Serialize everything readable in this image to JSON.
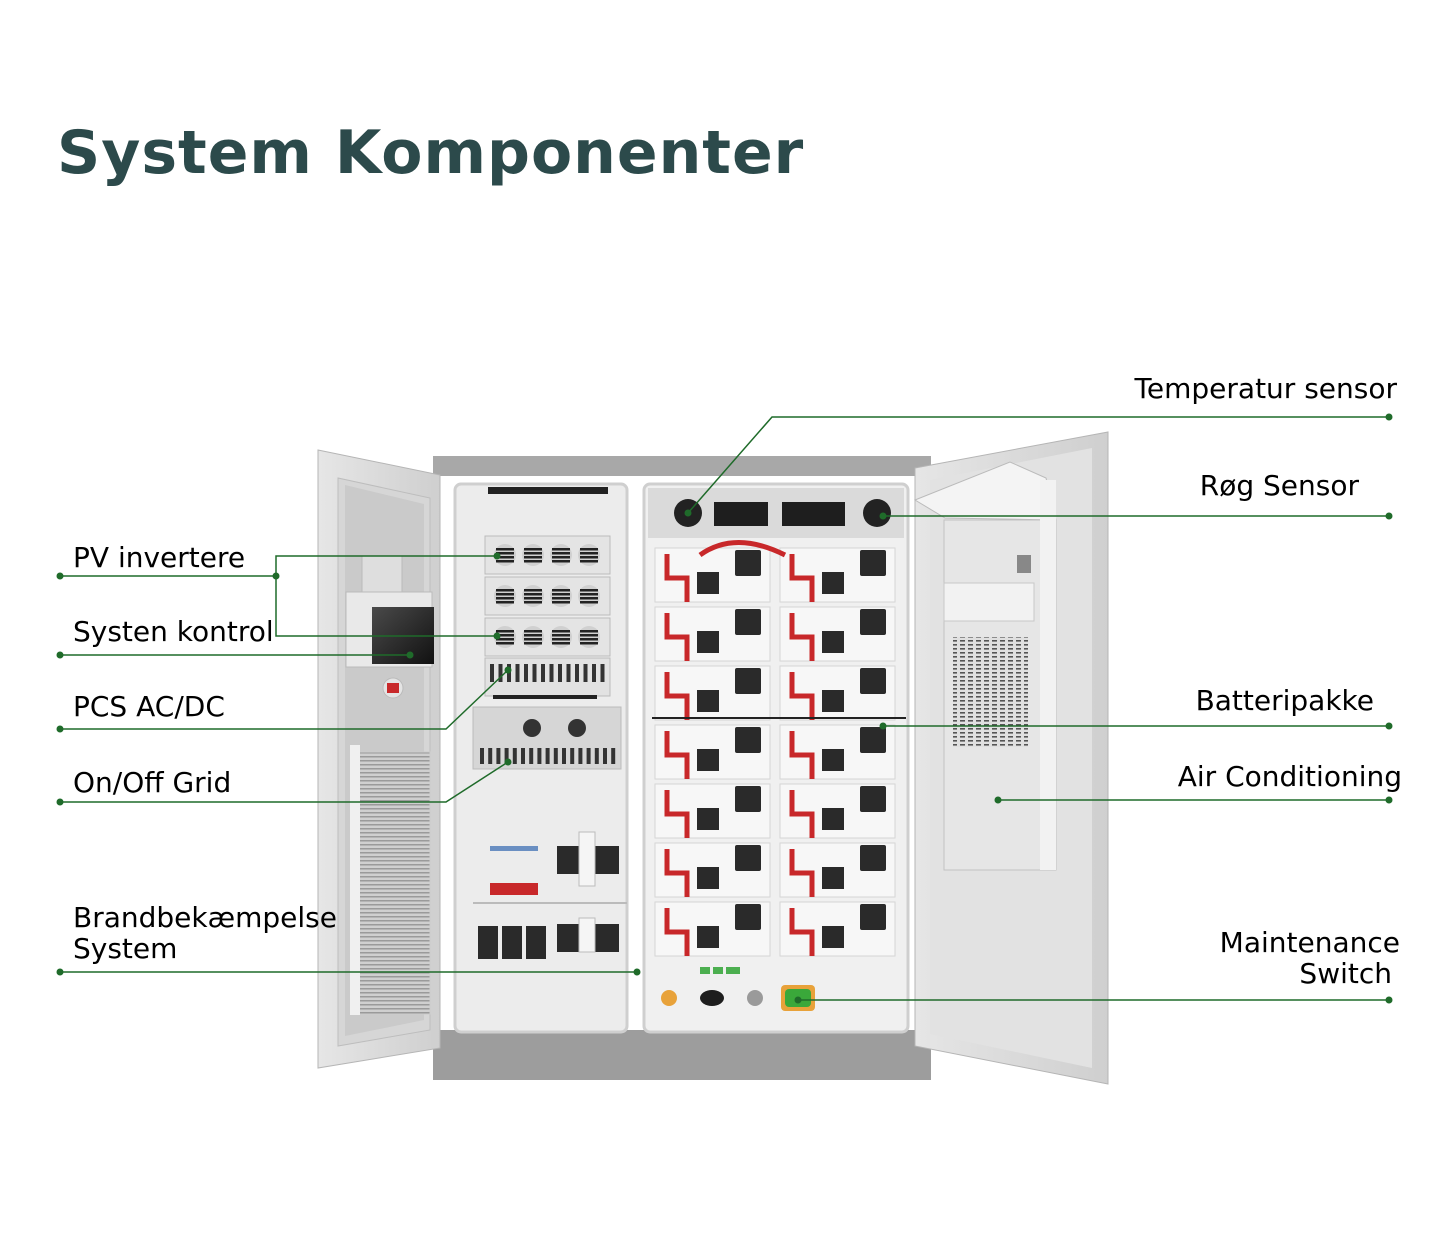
{
  "title": "System Komponenter",
  "colors": {
    "title": "#2c4a4b",
    "leader": "#1f6b2a",
    "cabinet": "#dcdcdc",
    "cable_red": "#c8282a",
    "module_dark": "#2a2a2a",
    "switch_green": "#3aa83a",
    "switch_orange": "#e8a23a"
  },
  "callouts": {
    "left": [
      {
        "id": "pv-invertere",
        "text": "PV invertere",
        "target": "pv-inverter-module"
      },
      {
        "id": "systen-kontrol",
        "text": "Systen kontrol",
        "target": "control-screen"
      },
      {
        "id": "pcs-ac-dc",
        "text": "PCS AC/DC",
        "target": "pcs-module"
      },
      {
        "id": "on-off-grid",
        "text": "On/Off Grid",
        "target": "grid-switch-module"
      },
      {
        "id": "brandbekaempelse",
        "line1": "Brandbekæmpelse",
        "line2": "System",
        "target": "fire-suppression"
      }
    ],
    "right": [
      {
        "id": "temperatur-sensor",
        "text": "Temperatur sensor",
        "target": "temperature-sensor"
      },
      {
        "id": "roeg-sensor",
        "text": "Røg Sensor",
        "target": "smoke-sensor"
      },
      {
        "id": "batteripakke",
        "text": "Batteripakke",
        "target": "battery-pack"
      },
      {
        "id": "air-conditioning",
        "text": "Air Conditioning",
        "target": "air-conditioner"
      },
      {
        "id": "maintenance-switch",
        "line1": "Maintenance",
        "line2": "Switch",
        "target": "maintenance-switch"
      }
    ]
  },
  "battery_rows": 7,
  "pv_inverter_modules": 3
}
